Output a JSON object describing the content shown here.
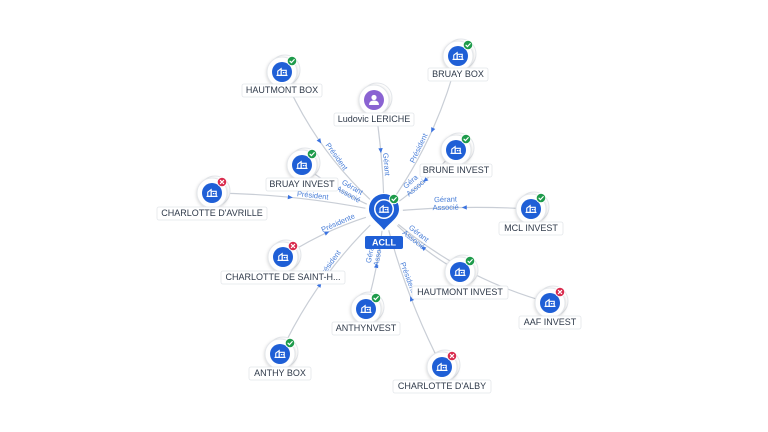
{
  "colors": {
    "company": "#1f5fd6",
    "person": "#8a63d2",
    "ok": "#1e9b4b",
    "bad": "#d92c4e",
    "edge": "#c9ced6",
    "edge_label": "#4a7fd8"
  },
  "center": {
    "id": "acll",
    "label": "ACLL",
    "status": "ok",
    "icon": "building-icon"
  },
  "nodes": [
    {
      "id": "hautmont-box",
      "label": "HAUTMONT BOX",
      "type": "company",
      "status": "ok"
    },
    {
      "id": "bruay-box",
      "label": "BRUAY BOX",
      "type": "company",
      "status": "ok"
    },
    {
      "id": "ludovic-leriche",
      "label": "Ludovic LERICHE",
      "type": "person",
      "status": "none"
    },
    {
      "id": "brune-invest",
      "label": "BRUNE INVEST",
      "type": "company",
      "status": "ok"
    },
    {
      "id": "bruay-invest",
      "label": "BRUAY INVEST",
      "type": "company",
      "status": "ok"
    },
    {
      "id": "charlotte-davrille",
      "label": "CHARLOTTE D'AVRILLE",
      "type": "company",
      "status": "bad"
    },
    {
      "id": "mcl-invest",
      "label": "MCL INVEST",
      "type": "company",
      "status": "ok"
    },
    {
      "id": "charlotte-de-saint-h",
      "label": "CHARLOTTE DE SAINT-H...",
      "type": "company",
      "status": "bad"
    },
    {
      "id": "hautmont-invest",
      "label": "HAUTMONT INVEST",
      "type": "company",
      "status": "ok"
    },
    {
      "id": "aaf-invest",
      "label": "AAF INVEST",
      "type": "company",
      "status": "bad"
    },
    {
      "id": "anthynvest",
      "label": "ANTHYNVEST",
      "type": "company",
      "status": "ok"
    },
    {
      "id": "anthy-box",
      "label": "ANTHY BOX",
      "type": "company",
      "status": "ok"
    },
    {
      "id": "charlotte-dalby",
      "label": "CHARLOTTE D'ALBY",
      "type": "company",
      "status": "bad"
    }
  ],
  "edges": [
    {
      "to": "hautmont-box",
      "labels": [
        "Président"
      ]
    },
    {
      "to": "bruay-box",
      "labels": [
        "Président"
      ]
    },
    {
      "to": "ludovic-leriche",
      "labels": [
        "Gérant"
      ]
    },
    {
      "to": "brune-invest",
      "labels": [
        "Géra",
        "Associ"
      ]
    },
    {
      "to": "bruay-invest",
      "labels": [
        "Gérant",
        "Associé"
      ]
    },
    {
      "to": "charlotte-davrille",
      "labels": [
        "Président"
      ]
    },
    {
      "to": "mcl-invest",
      "labels": [
        "Gérant",
        "Associé"
      ]
    },
    {
      "to": "charlotte-de-saint-h",
      "labels": [
        "Présidente"
      ]
    },
    {
      "to": "hautmont-invest",
      "labels": [
        "Gérant",
        "Associé"
      ]
    },
    {
      "to": "aaf-invest",
      "labels": []
    },
    {
      "to": "anthynvest",
      "labels": [
        "Gérant",
        "Associé"
      ]
    },
    {
      "to": "anthy-box",
      "labels": [
        "Président"
      ]
    },
    {
      "to": "charlotte-dalby",
      "labels": [
        "Président"
      ]
    }
  ]
}
